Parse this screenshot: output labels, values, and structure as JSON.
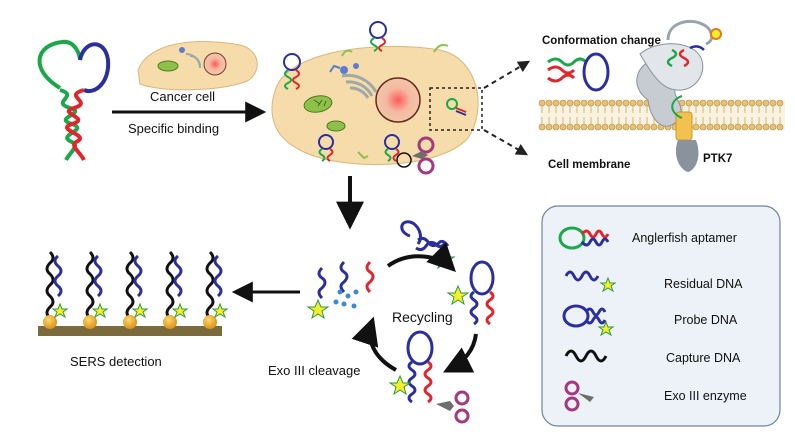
{
  "labels": {
    "cancer_cell": "Cancer cell",
    "specific_binding": "Specific binding",
    "conformation_change": "Conformation change",
    "cell_membrane": "Cell membrane",
    "ptk7": "PTK7",
    "recycling": "Recycling",
    "exo_cleavage": "Exo III cleavage",
    "sers_detection": "SERS detection"
  },
  "legend": {
    "items": [
      {
        "label": "Anglerfish aptamer",
        "icon": "anglerfish-aptamer-icon"
      },
      {
        "label": "Residual DNA",
        "icon": "residual-dna-icon"
      },
      {
        "label": "Probe DNA",
        "icon": "probe-dna-icon"
      },
      {
        "label": "Capture DNA",
        "icon": "capture-dna-icon"
      },
      {
        "label": "Exo III enzyme",
        "icon": "exo-enzyme-icon"
      }
    ]
  },
  "colors": {
    "green": "#1aa84a",
    "red": "#e0262b",
    "blue": "#2b2f9e",
    "black": "#111111",
    "cell_fill": "#f6dcaa",
    "gold": "#e3a72f",
    "star": "#f4ef2a",
    "enzyme": "#a4397f"
  }
}
